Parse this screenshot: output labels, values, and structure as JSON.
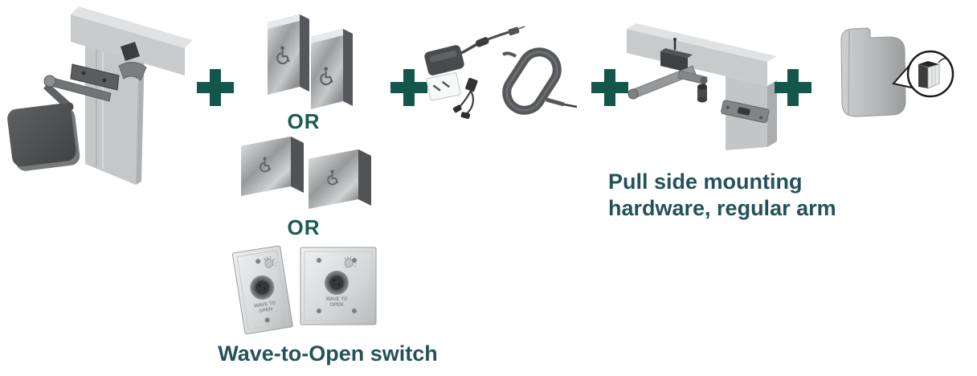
{
  "page": {
    "background": "#ffffff"
  },
  "colors": {
    "plus_sign": "#15564b",
    "caption_text": "#24525a",
    "or_text": "#1d5a52"
  },
  "labels": {
    "or": "OR",
    "wave_switch_caption": "Wave-to-Open switch",
    "pull_side_caption": "Pull side mounting hardware, regular arm",
    "plate_line1": "WAVE TO",
    "plate_line2": "OPEN"
  },
  "icons": {
    "plus_separator": "+",
    "wheelchair_symbol": "wheelchair pictogram on push switches",
    "waving_hand": "waving-hand pictogram on wave plates",
    "detail_callout": "magnified-detail bubble on cover"
  },
  "items": [
    {
      "id": "door-operator-on-frame"
    },
    {
      "id": "push-switch-pair-narrow"
    },
    {
      "id": "push-switch-pair-square"
    },
    {
      "id": "wave-to-open-plates"
    },
    {
      "id": "power-supply-and-cables"
    },
    {
      "id": "pull-side-mounting-hardware"
    },
    {
      "id": "operator-cover"
    }
  ],
  "separators": {
    "plus_count": 4
  }
}
